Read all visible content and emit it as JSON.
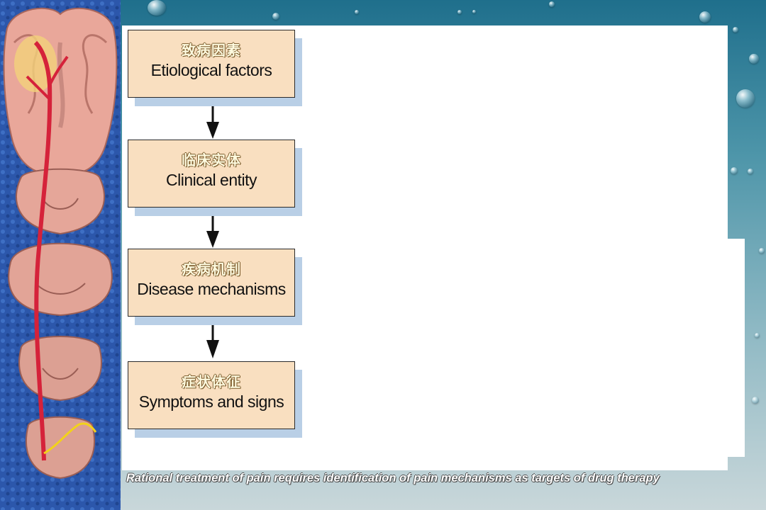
{
  "flowchart": {
    "steps": [
      {
        "zh": "致病因素",
        "en": "Etiological factors"
      },
      {
        "zh": "临床实体",
        "en": "Clinical entity"
      },
      {
        "zh": "疾病机制",
        "en": "Disease mechanisms"
      },
      {
        "zh": "症状体征",
        "en": "Symptoms and signs"
      }
    ]
  },
  "caption": "Rational treatment of pain requires identification of pain mechanisms as targets of drug therapy",
  "colors": {
    "box_fill": "#f9dfc0",
    "box_shadow": "#b9cfe6",
    "background": "#4d95a9",
    "left_strip": "#2b54a8"
  },
  "icons": [
    "brain-spinal-cord-illustration",
    "water-drops"
  ]
}
